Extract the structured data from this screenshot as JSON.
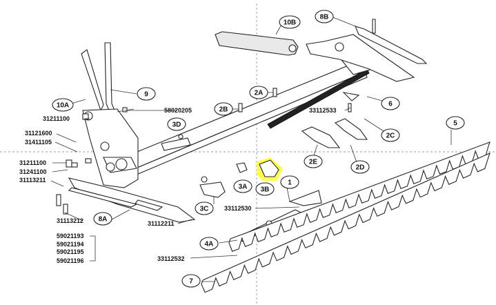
{
  "callouts": [
    {
      "id": "10b",
      "label": "10B"
    },
    {
      "id": "8b",
      "label": "8B"
    },
    {
      "id": "10a",
      "label": "10A"
    },
    {
      "id": "9",
      "label": "9"
    },
    {
      "id": "2a",
      "label": "2A"
    },
    {
      "id": "2b",
      "label": "2B"
    },
    {
      "id": "3d",
      "label": "3D"
    },
    {
      "id": "6",
      "label": "6"
    },
    {
      "id": "2c",
      "label": "2C"
    },
    {
      "id": "5",
      "label": "5"
    },
    {
      "id": "2e",
      "label": "2E"
    },
    {
      "id": "2d",
      "label": "2D"
    },
    {
      "id": "3a",
      "label": "3A"
    },
    {
      "id": "3b",
      "label": "3B"
    },
    {
      "id": "1",
      "label": "1"
    },
    {
      "id": "3c",
      "label": "3C"
    },
    {
      "id": "8a",
      "label": "8A"
    },
    {
      "id": "4a",
      "label": "4A"
    },
    {
      "id": "7",
      "label": "7"
    }
  ],
  "part_numbers": {
    "p31211100": "31211100",
    "p58020205": "58020205",
    "p31121600": "31121600",
    "p31411105": "31411105",
    "p31211100b": "31211100",
    "p31241100": "31241100",
    "p31113211": "31113211",
    "p33112533": "33112533",
    "p33112530": "33112530",
    "p31113212": "31113212",
    "p31112211": "31112211",
    "p59021193": "59021193",
    "p59021194": "59021194",
    "p59021195": "59021195",
    "p59021196": "59021196",
    "p33112532": "33112532"
  },
  "colors": {
    "highlight": "#ffff33",
    "line": "#222222"
  }
}
